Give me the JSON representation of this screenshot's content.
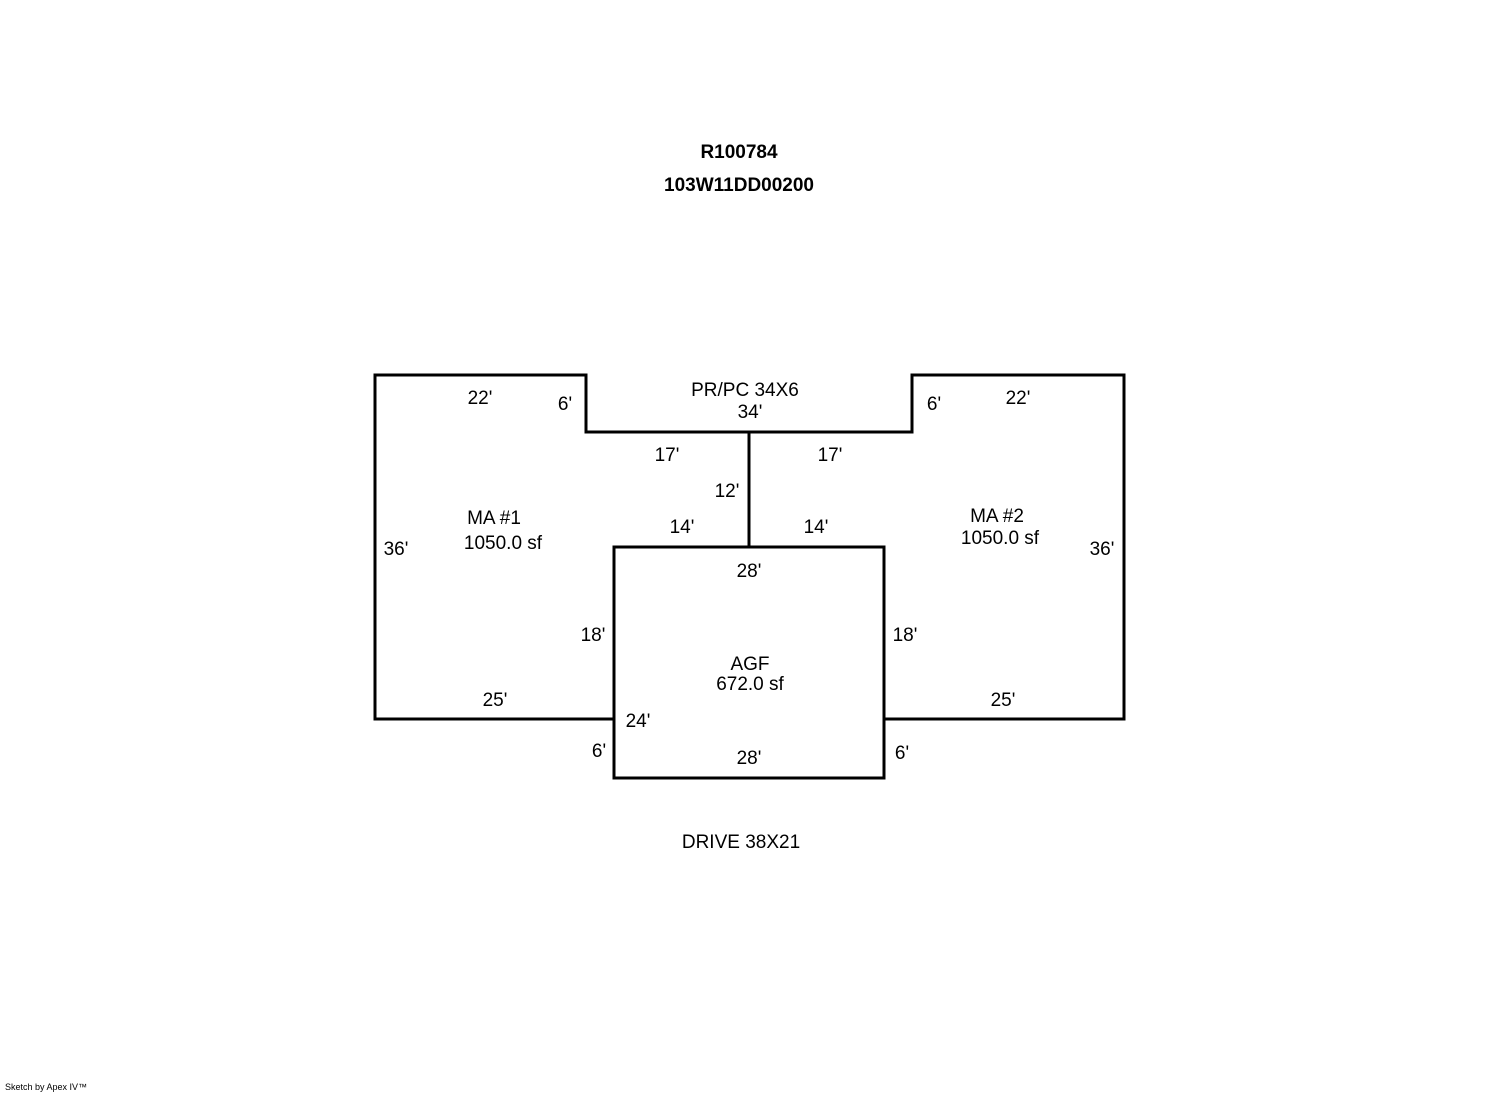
{
  "header": {
    "account_id": "R100784",
    "map_taxlot": "103W11DD00200"
  },
  "areas": {
    "ma1": {
      "name": "MA #1",
      "area": "1050.0 sf"
    },
    "ma2": {
      "name": "MA #2",
      "area": "1050.0 sf"
    },
    "agf": {
      "name": "AGF",
      "area": "672.0 sf"
    },
    "porch": {
      "name": "PR/PC 34X6"
    },
    "drive": {
      "name": "DRIVE 38X21"
    }
  },
  "dimensions": {
    "ma1_top": "22'",
    "ma1_notch": "6'",
    "porch_width": "34'",
    "ma2_notch": "6'",
    "ma2_top": "22'",
    "ma1_inner": "17'",
    "ma2_inner": "17'",
    "center_vertical": "12'",
    "ma1_step": "14'",
    "ma2_step": "14'",
    "ma1_left": "36'",
    "ma2_right": "36'",
    "agf_top": "28'",
    "agf_left_upper": "18'",
    "agf_right_upper": "18'",
    "ma1_bottom": "25'",
    "ma2_bottom": "25'",
    "agf_left_inner": "24'",
    "agf_left_lower": "6'",
    "agf_right_lower": "6'",
    "agf_bottom": "28'"
  },
  "footer": {
    "credit": "Sketch by Apex IV™"
  },
  "colors": {
    "line": "#000000",
    "background": "#ffffff"
  }
}
